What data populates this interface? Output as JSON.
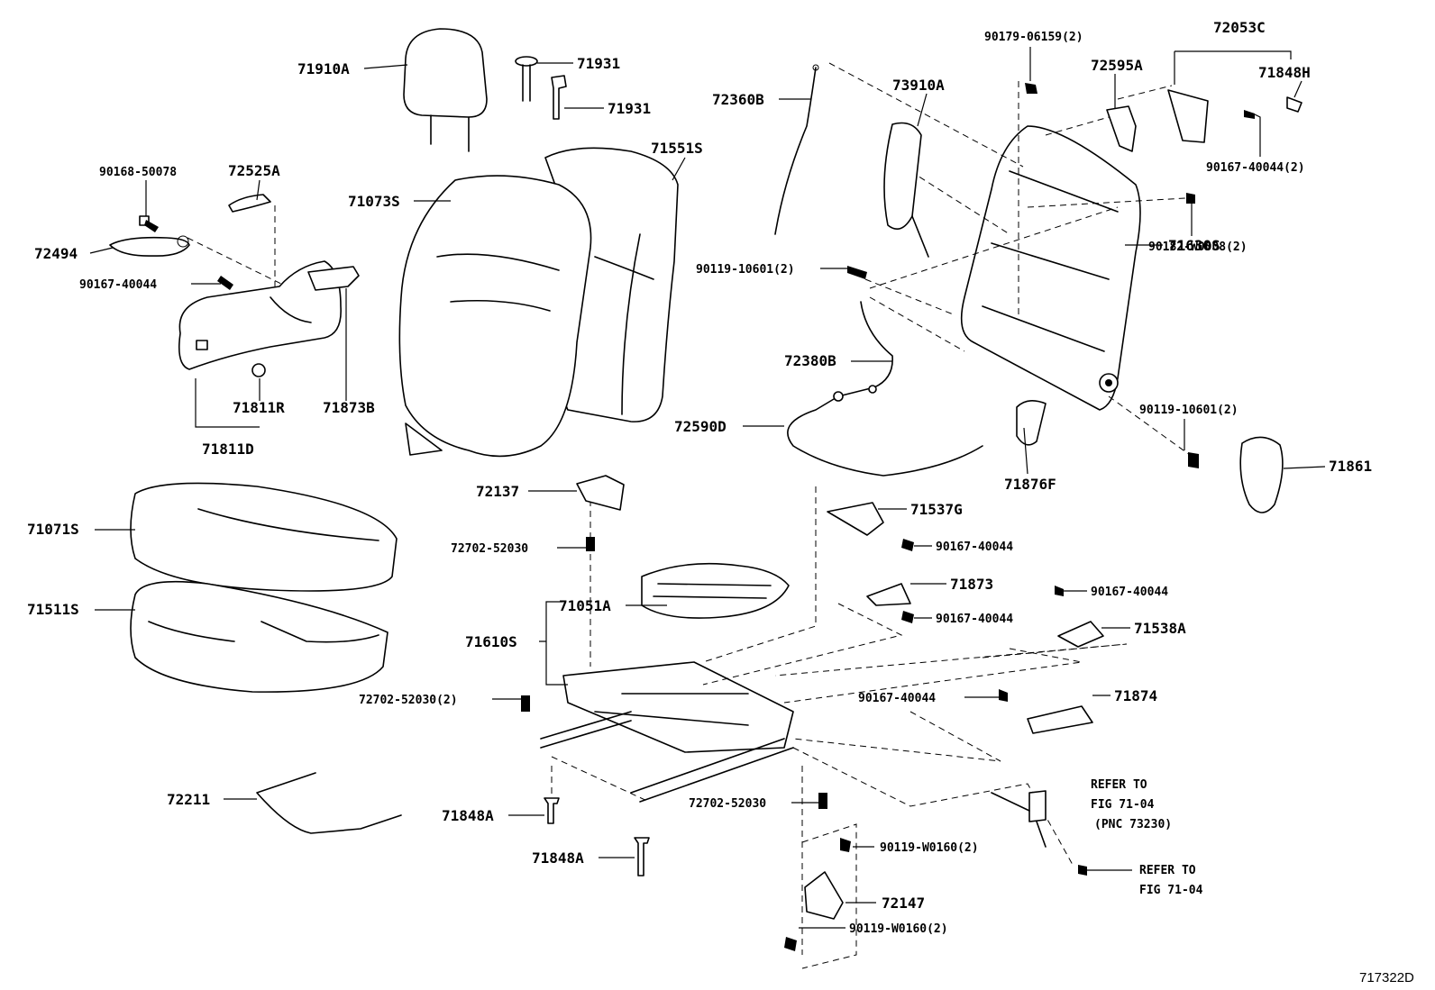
{
  "diagram_id": "717322D",
  "labels": [
    {
      "key": "p71910A",
      "text": "71910A"
    },
    {
      "key": "p71931a",
      "text": "71931"
    },
    {
      "key": "p71931b",
      "text": "71931"
    },
    {
      "key": "p71551S",
      "text": "71551S"
    },
    {
      "key": "p71073S",
      "text": "71073S"
    },
    {
      "key": "p90168",
      "text": "90168-50078"
    },
    {
      "key": "p72525A",
      "text": "72525A"
    },
    {
      "key": "p72494",
      "text": "72494"
    },
    {
      "key": "p90167a",
      "text": "90167-40044"
    },
    {
      "key": "p71811R",
      "text": "71811R"
    },
    {
      "key": "p71873B",
      "text": "71873B"
    },
    {
      "key": "p71811D",
      "text": "71811D"
    },
    {
      "key": "p71071S",
      "text": "71071S"
    },
    {
      "key": "p71511S",
      "text": "71511S"
    },
    {
      "key": "p72211",
      "text": "72211"
    },
    {
      "key": "p72360B",
      "text": "72360B"
    },
    {
      "key": "p90119a",
      "text": "90119-10601(2)"
    },
    {
      "key": "p72380B",
      "text": "72380B"
    },
    {
      "key": "p72590D",
      "text": "72590D"
    },
    {
      "key": "p72137",
      "text": "72137"
    },
    {
      "key": "p72702a",
      "text": "72702-52030"
    },
    {
      "key": "p71051A",
      "text": "71051A"
    },
    {
      "key": "p71610S",
      "text": "71610S"
    },
    {
      "key": "p72702b",
      "text": "72702-52030(2)"
    },
    {
      "key": "p71848Aa",
      "text": "71848A"
    },
    {
      "key": "p71848Ab",
      "text": "71848A"
    },
    {
      "key": "p72702c",
      "text": "72702-52030"
    },
    {
      "key": "p90119W1",
      "text": "90119-W0160(2)"
    },
    {
      "key": "p72147",
      "text": "72147"
    },
    {
      "key": "p90119W2",
      "text": "90119-W0160(2)"
    },
    {
      "key": "p90179",
      "text": "90179-06159(2)"
    },
    {
      "key": "p72053C",
      "text": "72053C"
    },
    {
      "key": "p73910A",
      "text": "73910A"
    },
    {
      "key": "p72595A",
      "text": "72595A"
    },
    {
      "key": "p71848H",
      "text": "71848H"
    },
    {
      "key": "p90167b",
      "text": "90167-40044(2)"
    },
    {
      "key": "p90182",
      "text": "90182-W0008(2)"
    },
    {
      "key": "p71630S",
      "text": "71630S"
    },
    {
      "key": "p90119b",
      "text": "90119-10601(2)"
    },
    {
      "key": "p71876F",
      "text": "71876F"
    },
    {
      "key": "p71861",
      "text": "71861"
    },
    {
      "key": "p71537G",
      "text": "71537G"
    },
    {
      "key": "p90167c",
      "text": "90167-40044"
    },
    {
      "key": "p71873",
      "text": "71873"
    },
    {
      "key": "p90167d",
      "text": "90167-40044"
    },
    {
      "key": "p90167e",
      "text": "90167-40044"
    },
    {
      "key": "p71538A",
      "text": "71538A"
    },
    {
      "key": "p90167f",
      "text": "90167-40044"
    },
    {
      "key": "p71874",
      "text": "71874"
    },
    {
      "key": "ref1a",
      "text": "REFER TO"
    },
    {
      "key": "ref1b",
      "text": "FIG 71-04"
    },
    {
      "key": "ref1c",
      "text": "(PNC 73230)"
    },
    {
      "key": "ref2a",
      "text": "REFER TO"
    },
    {
      "key": "ref2b",
      "text": "FIG 71-04"
    }
  ]
}
